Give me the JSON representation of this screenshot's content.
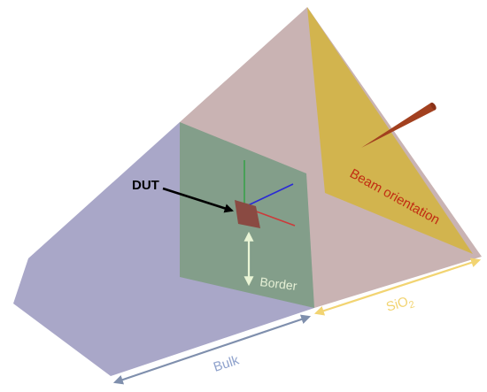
{
  "labels": {
    "dut": "DUT",
    "beam_orientation": "Beam orientation",
    "border": "Border",
    "sio2_main": "SiO",
    "sio2_sub": "2",
    "bulk": "Bulk"
  },
  "colors": {
    "bulk_face": "#a9a7c8",
    "top_face": "#c9b3b3",
    "oxide_face": "#d2b44e",
    "inner_face": "#839e8a",
    "beam": "#a2401f",
    "dut": "#8a4a42",
    "border_arrow": "#eaf5d6",
    "border_text": "#e6f0d6",
    "sio2_arrow": "#f2d472",
    "bulk_arrow": "#7f8fad",
    "beam_text": "#c12c12",
    "axis_red": "#cc3a3a",
    "axis_green": "#3aa04a",
    "axis_blue": "#2a2ad6"
  }
}
